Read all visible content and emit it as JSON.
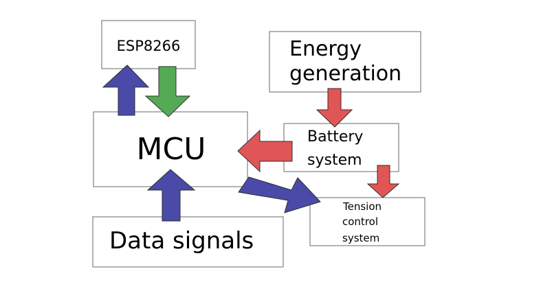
{
  "nodes": {
    "esp": {
      "label": "ESP8266"
    },
    "energy": {
      "line1": "Energy",
      "line2": "generation"
    },
    "mcu": {
      "label": "MCU"
    },
    "battery": {
      "line1": "Battery",
      "line2": "system"
    },
    "data_signals": {
      "label": "Data signals"
    },
    "tension": {
      "line1": "Tension",
      "line2": "control",
      "line3": "system"
    }
  },
  "colors": {
    "blue_arrow": "#4a4aa8",
    "green_arrow": "#55aa55",
    "red_arrow": "#e05656",
    "arrow_stroke": "#2e2e2e",
    "box_stroke": "#808080"
  },
  "connections": [
    {
      "from": "mcu",
      "to": "esp",
      "color": "blue"
    },
    {
      "from": "esp",
      "to": "mcu",
      "color": "green"
    },
    {
      "from": "energy",
      "to": "battery",
      "color": "red"
    },
    {
      "from": "battery",
      "to": "mcu",
      "color": "red"
    },
    {
      "from": "battery",
      "to": "tension",
      "color": "red"
    },
    {
      "from": "data_signals",
      "to": "mcu",
      "color": "blue"
    },
    {
      "from": "mcu",
      "to": "tension",
      "color": "blue"
    }
  ]
}
